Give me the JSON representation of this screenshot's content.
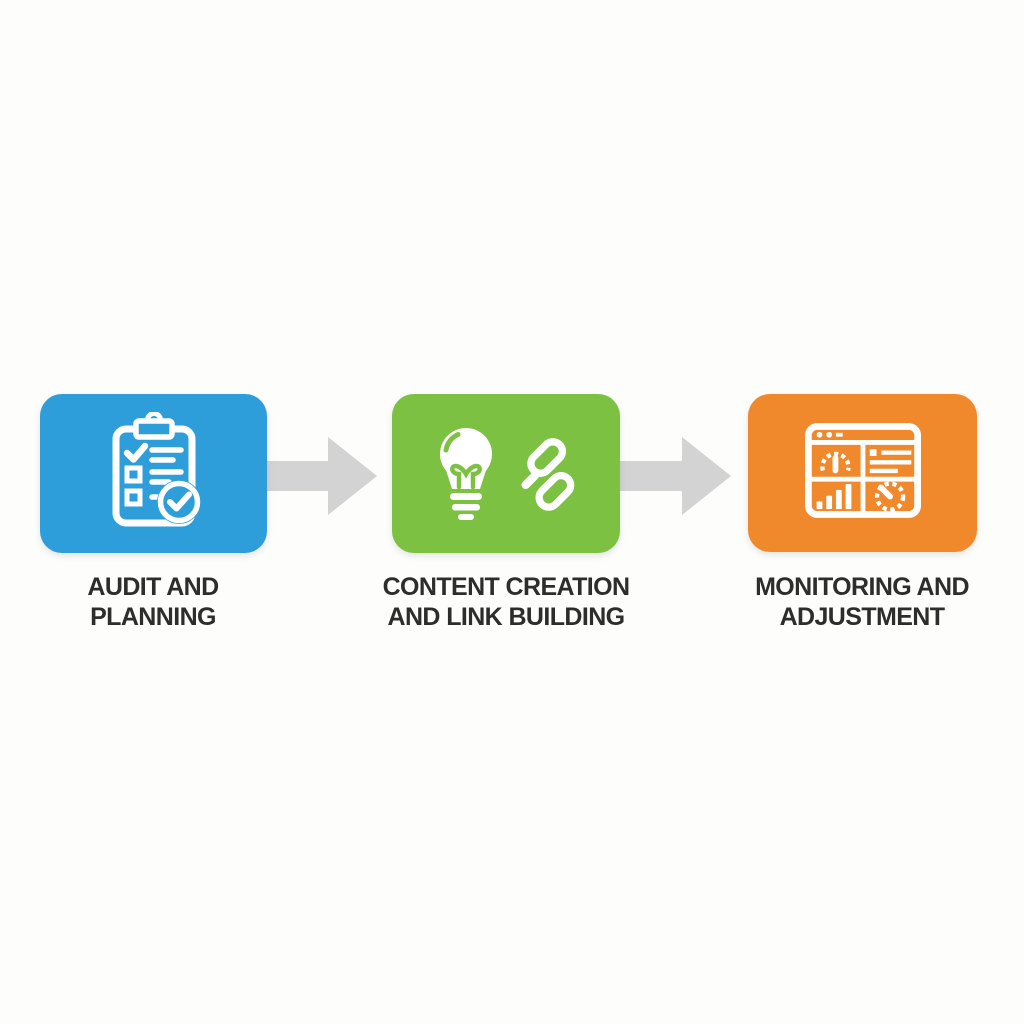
{
  "page": {
    "background_color": "#fdfdfb"
  },
  "diagram": {
    "arrow_color": "#d3d3d3",
    "label_color": "#2d2d2d",
    "steps": [
      {
        "label_line1": "AUDIT AND",
        "label_line2": "PLANNING",
        "box_color": "#2d9ed9",
        "icon": "clipboard-checklist-icon"
      },
      {
        "label_line1": "CONTENT CREATION",
        "label_line2": "AND LINK BUILDING",
        "box_color": "#7cc142",
        "icon": "lightbulb-and-chain-link-icon"
      },
      {
        "label_line1": "MONITORING AND",
        "label_line2": "ADJUSTMENT",
        "box_color": "#f0882c",
        "icon": "analytics-dashboard-icon"
      }
    ]
  }
}
